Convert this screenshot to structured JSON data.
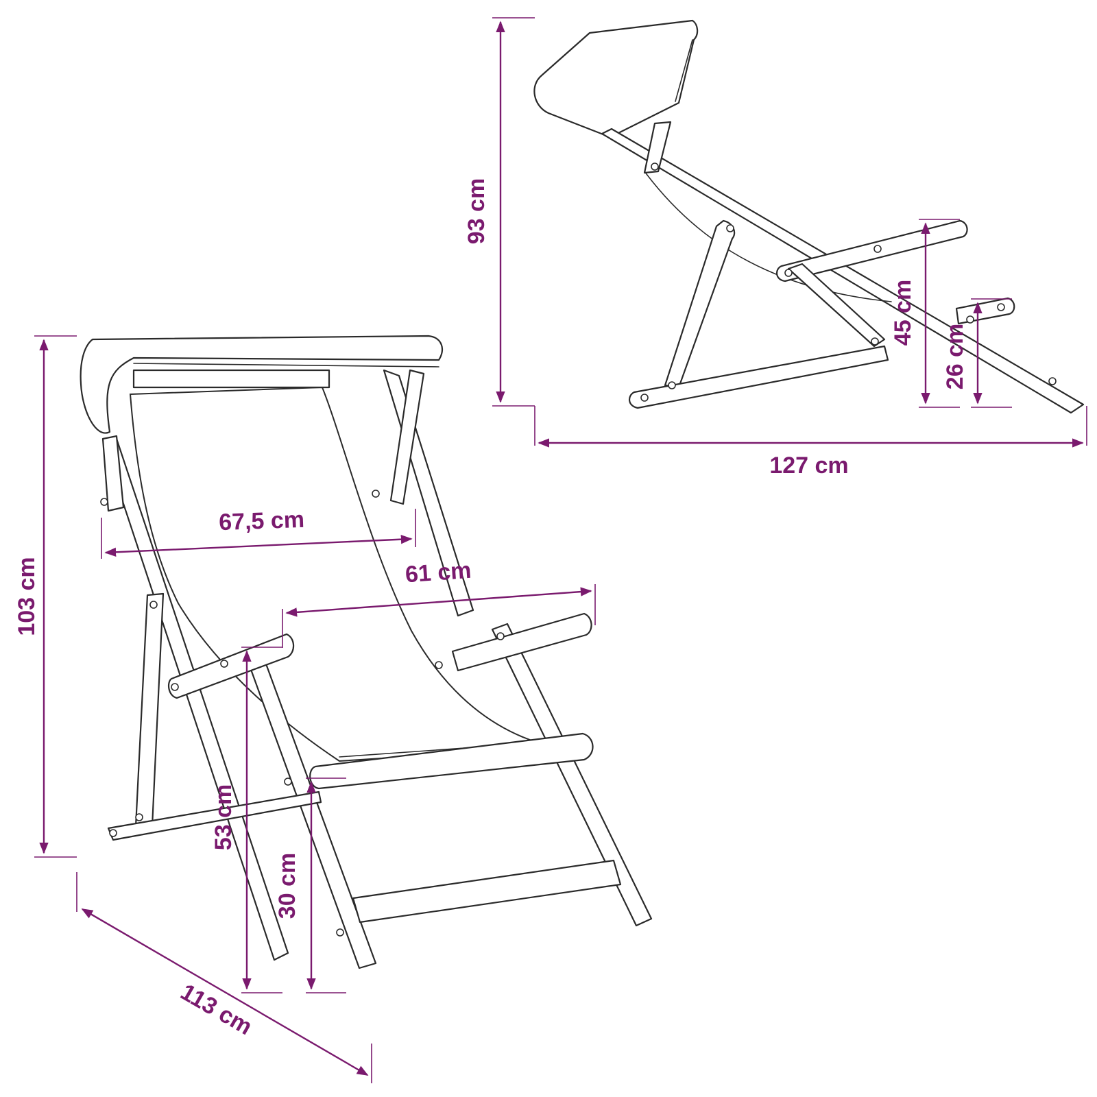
{
  "colors": {
    "dimension": "#7a1a6e",
    "outline": "#2a2a2a",
    "background": "#ffffff"
  },
  "dimensions": {
    "front_height": "103 cm",
    "side_height": "93 cm",
    "side_length": "127 cm",
    "front_depth": "113 cm",
    "top_width": "67,5 cm",
    "seat_width": "61 cm",
    "armrest_height": "53 cm",
    "seat_height": "30 cm",
    "side_armrest_height": "45 cm",
    "side_seat_height": "26 cm"
  }
}
